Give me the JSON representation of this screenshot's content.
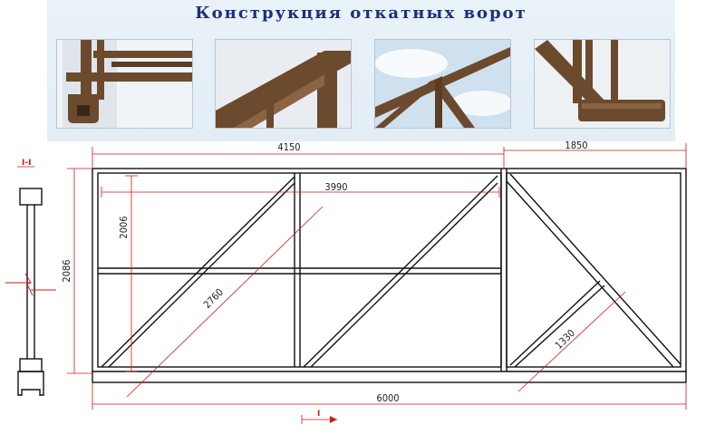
{
  "title": "Конструкция откатных ворот",
  "photos": [
    {
      "name": "photo-guide-rail-profile",
      "subject": "guide rail profile"
    },
    {
      "name": "photo-frame-corner",
      "subject": "frame corner"
    },
    {
      "name": "photo-diagonal-braces",
      "subject": "diagonal braces"
    },
    {
      "name": "photo-frame-bottom-beam",
      "subject": "bottom beam"
    }
  ],
  "dimensions": {
    "frame_width": "4150",
    "tail_width": "1850",
    "inner_width": "3990",
    "total_width": "6000",
    "frame_height": "2086",
    "inner_height": "2006",
    "diagonal_long": "2760",
    "diagonal_short": "1330"
  },
  "section": {
    "label_top": "I-I",
    "label_bottom": "I"
  },
  "colors": {
    "title": "#1e2f7a",
    "frame_outline": "#111111",
    "dimension_line": "#d01818",
    "photo_metal": "#6b4a2e",
    "banner_bg": "#e6eff6"
  }
}
